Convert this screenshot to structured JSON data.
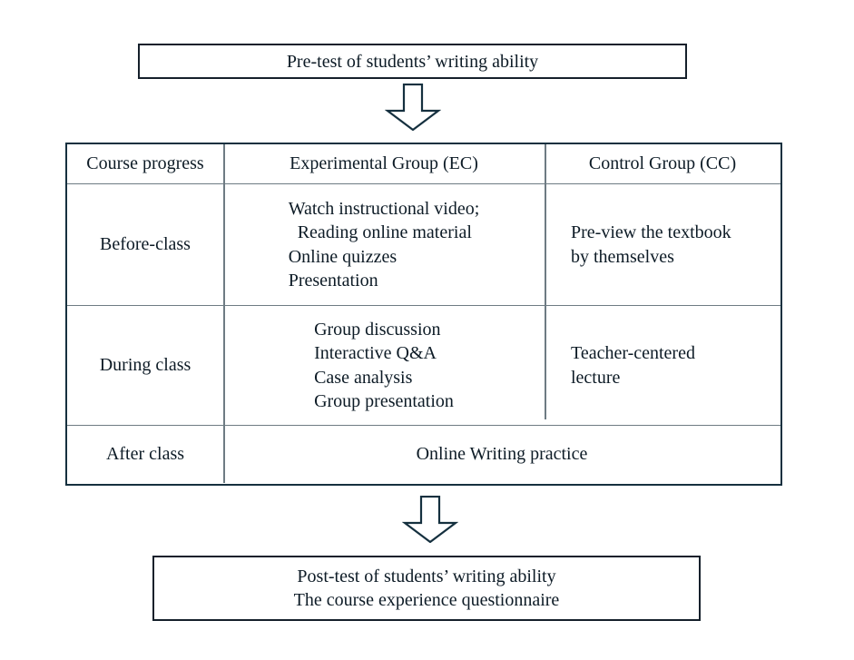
{
  "flow": {
    "pretest": "Pre-test of students’ writing ability",
    "posttest_lines": [
      "Post-test of students’ writing ability",
      "The course experience questionnaire"
    ],
    "arrow_top_name": "down-arrow-icon",
    "arrow_bottom_name": "down-arrow-icon"
  },
  "table": {
    "headers": {
      "progress": "Course progress",
      "experimental": "Experimental Group (EC)",
      "control": "Control Group (CC)"
    },
    "rows": [
      {
        "stage": "Before-class",
        "experimental": [
          "Watch instructional video;",
          "Reading online material",
          "Online quizzes",
          "Presentation"
        ],
        "control": [
          "Pre-view the textbook",
          "by themselves"
        ]
      },
      {
        "stage": "During class",
        "experimental": [
          "Group discussion",
          "Interactive Q&A",
          "Case analysis",
          "Group presentation"
        ],
        "control": [
          "Teacher-centered",
          "lecture"
        ]
      },
      {
        "stage": "After class",
        "shared": "Online Writing practice"
      }
    ]
  },
  "colors": {
    "border_dark": "#15202b",
    "table_border": "#16303f",
    "inner_rule": "#6e7b83",
    "text": "#0d1b26",
    "background": "#ffffff"
  }
}
